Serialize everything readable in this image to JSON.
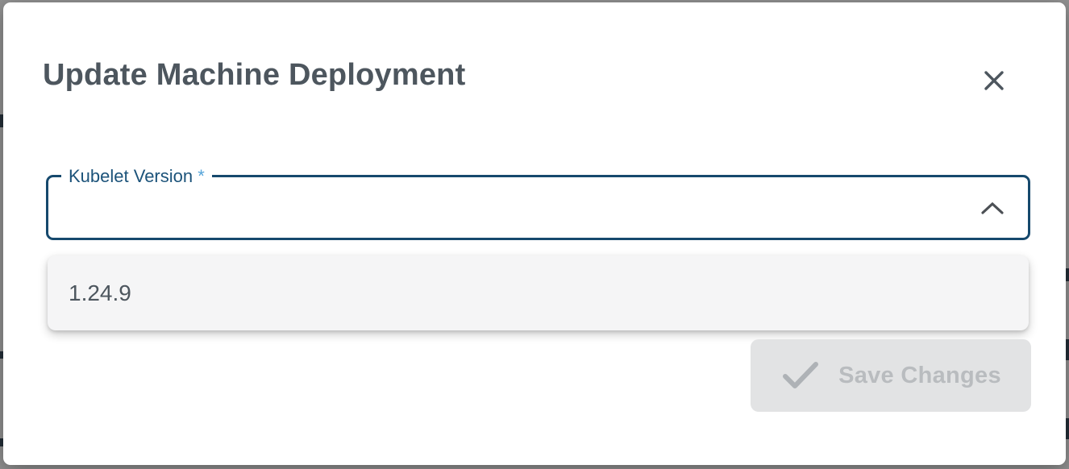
{
  "dialog": {
    "title": "Update Machine Deployment",
    "close_icon": "close-icon"
  },
  "form": {
    "kubelet_version": {
      "label": "Kubelet Version",
      "required_marker": "*",
      "value": "",
      "state": "expanded",
      "chevron_icon": "chevron-up-icon",
      "options": [
        "1.24.9"
      ]
    }
  },
  "actions": {
    "save": {
      "label": "Save Changes",
      "icon": "check-icon",
      "disabled": true
    }
  },
  "colors": {
    "primary_border": "#16496d",
    "label_blue": "#1c537a",
    "required_blue": "#55a4d9",
    "title_gray": "#4d565e",
    "panel_bg": "#f5f5f6",
    "disabled_btn_bg": "#e2e3e4",
    "disabled_btn_text": "#b9bcbf",
    "backdrop": "#929292"
  }
}
